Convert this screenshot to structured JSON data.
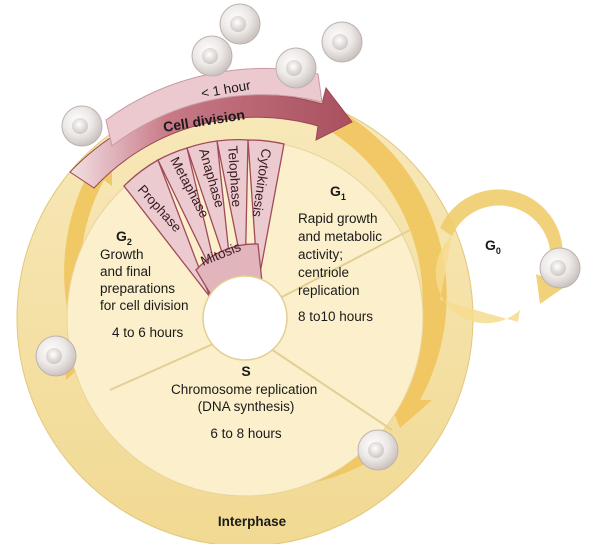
{
  "cell_division": {
    "title": "Cell division",
    "duration": "< 1 hour",
    "phases": [
      "Prophase",
      "Metaphase",
      "Anaphase",
      "Telophase",
      "Cytokinesis"
    ],
    "mitosis_label": "Mitosis"
  },
  "g1": {
    "letter": "G",
    "sub": "1",
    "desc_lines": [
      "Rapid growth",
      "and metabolic",
      "activity;",
      "centriole",
      "replication"
    ],
    "duration": "8 to10 hours"
  },
  "g2": {
    "letter": "G",
    "sub": "2",
    "desc_lines": [
      "Growth",
      "and final",
      "preparations",
      "for cell division"
    ],
    "duration": "4 to 6 hours"
  },
  "s": {
    "title": "S",
    "desc_lines": [
      "Chromosome replication",
      "(DNA synthesis)"
    ],
    "duration": "6 to 8 hours"
  },
  "g0": {
    "letter": "G",
    "sub": "0"
  },
  "interphase_label": "Interphase",
  "colors": {
    "outer_ring": "#f3dfa3",
    "inner_disc": "#fbf0cb",
    "arrow": "#efc761",
    "cell_division_band": "#b8606e",
    "phase_fill": "#eccbd0"
  }
}
